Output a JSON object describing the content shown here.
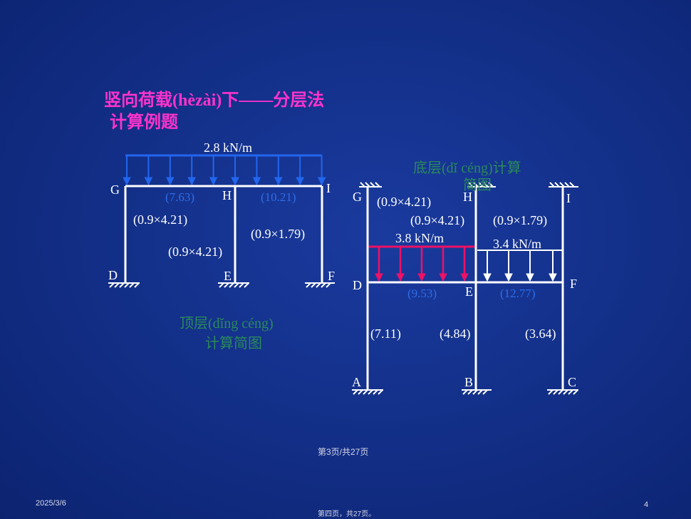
{
  "slide": {
    "title_line1": "竖向荷载(hèzài)下——分层法",
    "title_line2": "计算例题",
    "date": "2025/3/6",
    "slide_number": "4",
    "page_indicator": "第3页/共27页",
    "footer_page": "第四页，共27页。"
  },
  "top_frame": {
    "load_label": "2.8 kN/m",
    "nodes": {
      "G": "G",
      "H": "H",
      "I": "I",
      "D": "D",
      "E": "E",
      "F": "F"
    },
    "beam_stiffness_GH": "(7.63)",
    "beam_stiffness_HI": "(10.21)",
    "column_GD": "(0.9×4.21)",
    "column_HE": "(0.9×4.21)",
    "column_IF": "(0.9×1.79)",
    "caption_line1": "顶层(dǐng céng)",
    "caption_line2": "计算简图"
  },
  "bottom_frame": {
    "caption_line1": "底层(dǐ céng)计算",
    "caption_line2": "简图",
    "nodes": {
      "G": "G",
      "H": "H",
      "I": "I",
      "D": "D",
      "E": "E",
      "F": "F",
      "A": "A",
      "B": "B",
      "C": "C"
    },
    "column_GD": "(0.9×4.21)",
    "column_HE": "(0.9×4.21)",
    "column_IF": "(0.9×1.79)",
    "load_DE": "3.8 kN/m",
    "load_EF": "3.4 kN/m",
    "beam_stiffness_DE": "(9.53)",
    "beam_stiffness_EF": "(12.77)",
    "column_DA": "(7.11)",
    "column_EB": "(4.84)",
    "column_FC": "(3.64)"
  },
  "colors": {
    "title": "#ff33cc",
    "load_top": "#2266ee",
    "load_bottom_left": "#ee1166",
    "frame": "#ffffff",
    "stiffness_label": "#2f6ee8",
    "caption": "#2a8a5a"
  }
}
